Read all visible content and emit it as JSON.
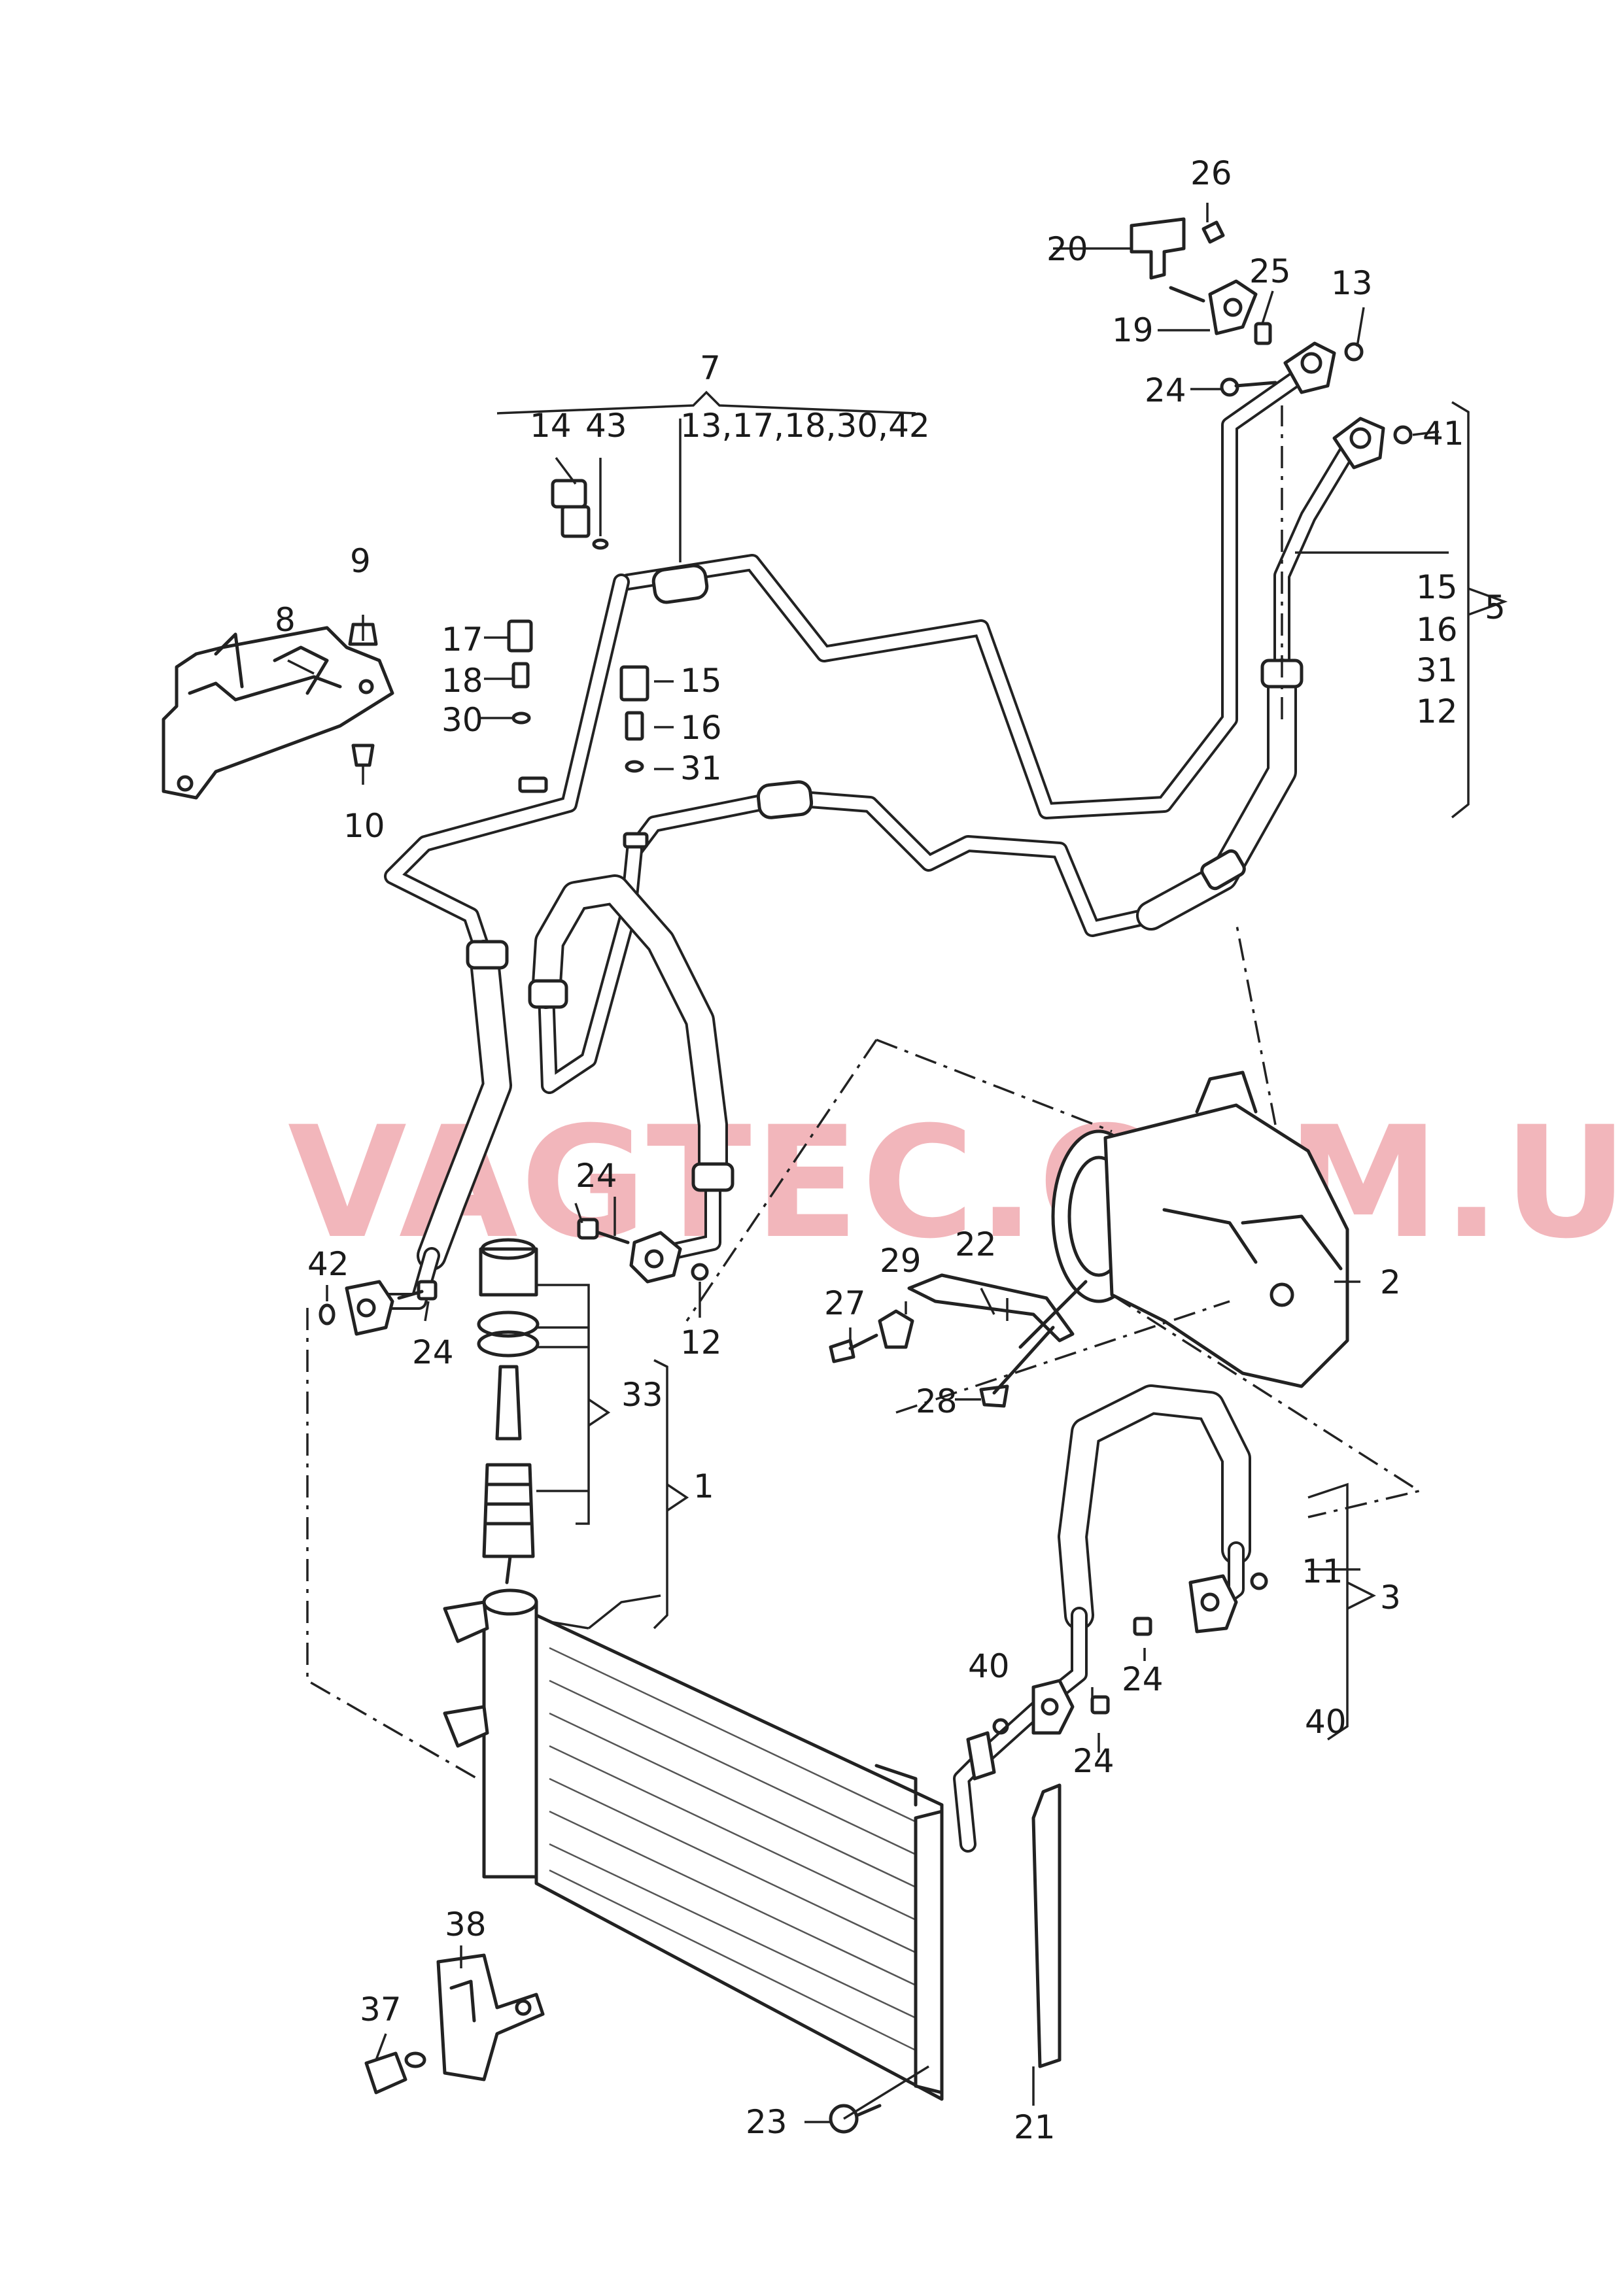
{
  "watermark": "VAGTEC.COM.UA",
  "labels": {
    "n1": "1",
    "n2": "2",
    "n3": "3",
    "n5": "5",
    "n7": "7",
    "n8": "8",
    "n9": "9",
    "n10": "10",
    "n11": "11",
    "n12_left": "12",
    "n13": "13",
    "n14": "14",
    "n15_a": "15",
    "n16_a": "16",
    "n17": "17",
    "n18": "18",
    "n19": "19",
    "n20": "20",
    "n21": "21",
    "n22": "22",
    "n23": "23",
    "n24_top": "24",
    "n24_mid": "24",
    "n24_left": "24",
    "n24_right_a": "24",
    "n24_right_b": "24",
    "n25": "25",
    "n26": "26",
    "n27": "27",
    "n28": "28",
    "n29": "29",
    "n30": "30",
    "n31_a": "31",
    "n33": "33",
    "n37": "37",
    "n38": "38",
    "n40_a": "40",
    "n40_b": "40",
    "n41": "41",
    "n42": "42",
    "n43": "43",
    "group7_list": "13,17,18,30,42",
    "group5_15": "15",
    "group5_16": "16",
    "group5_31": "31",
    "group5_12": "12"
  }
}
